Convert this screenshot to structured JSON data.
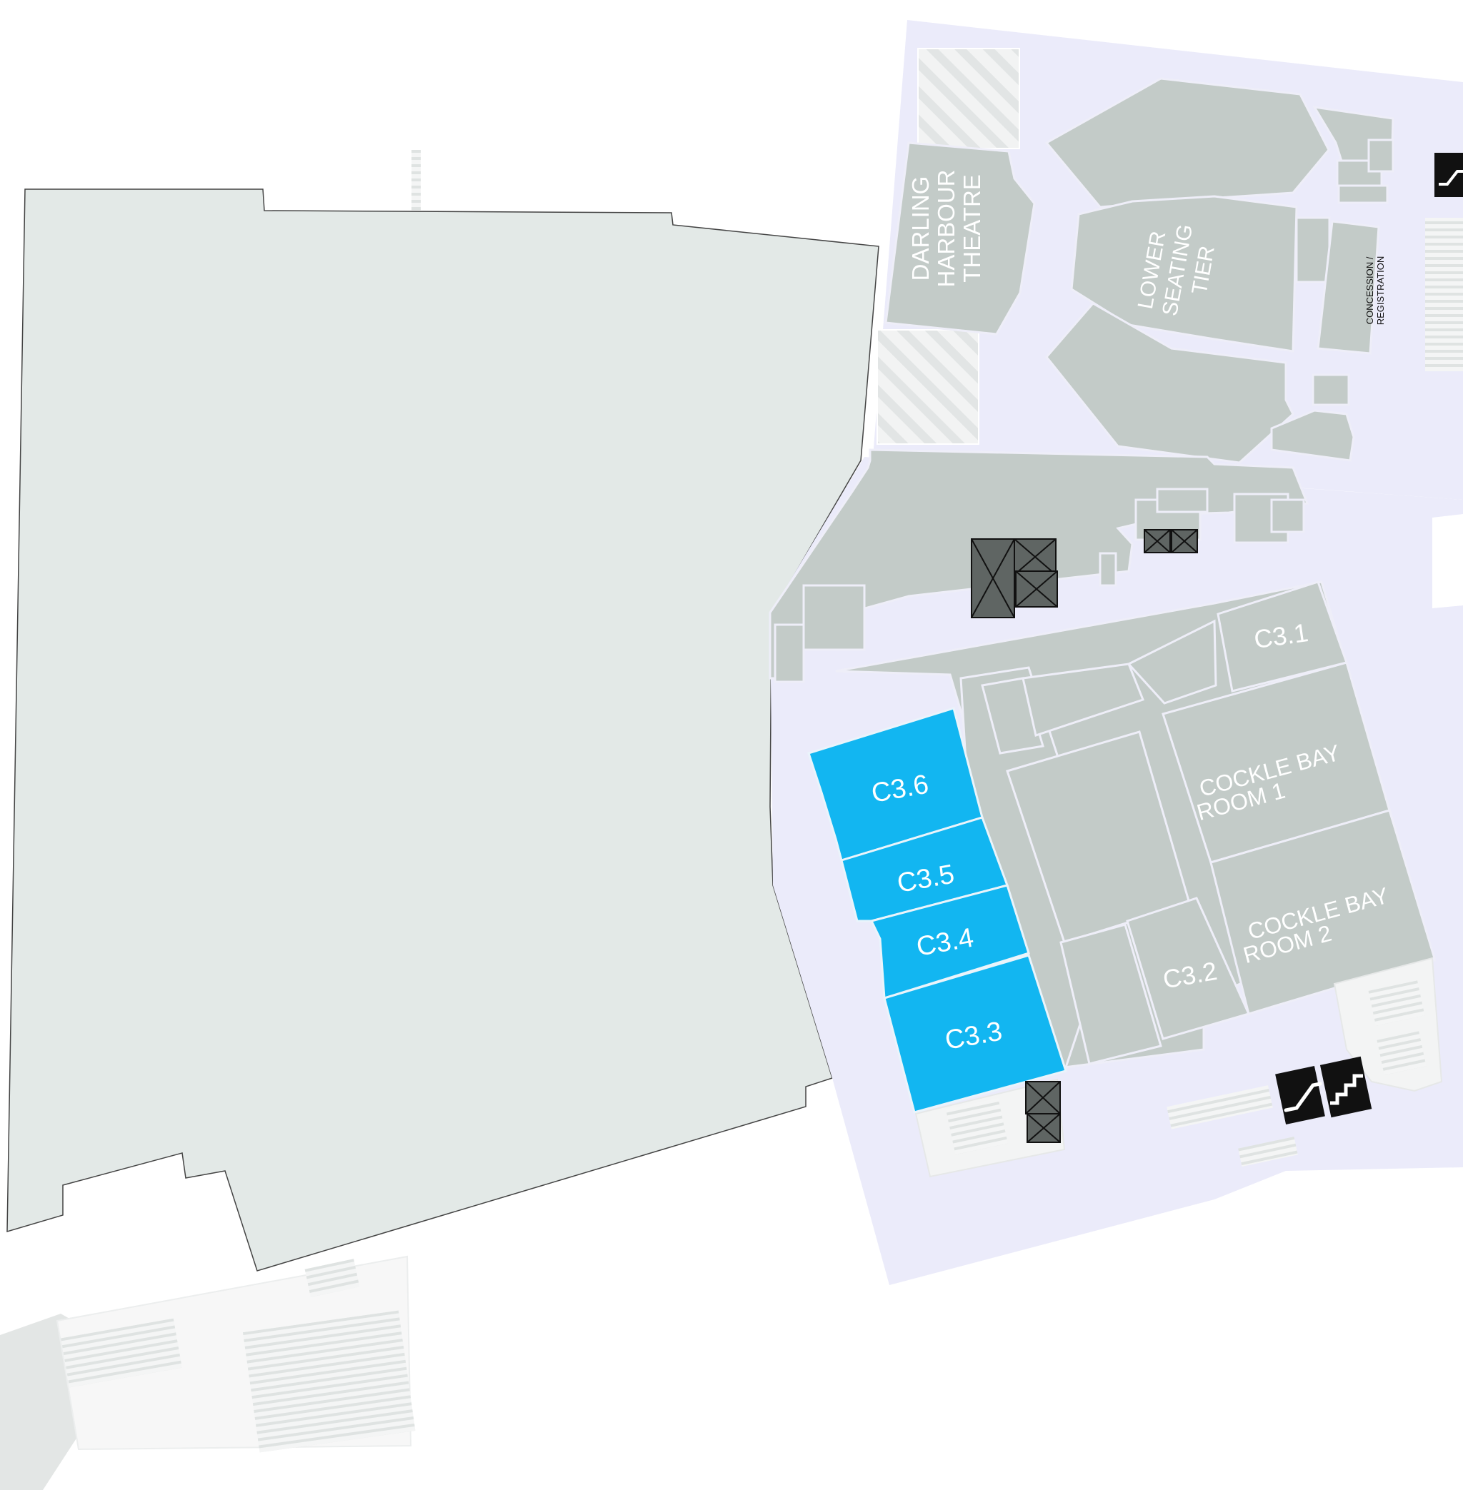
{
  "map": {
    "theatre_name": [
      "DARLING",
      "HARBOUR",
      "THEATRE"
    ],
    "lower_seating": [
      "LOWER",
      "SEATING",
      "TIER"
    ],
    "concession": [
      "CONCESSION /",
      "REGISTRATION"
    ],
    "rooms": {
      "c3_1": "C3.1",
      "c3_2": "C3.2",
      "c3_3": "C3.3",
      "c3_4": "C3.4",
      "c3_5": "C3.5",
      "c3_6": "C3.6"
    },
    "cockle_bay_1": [
      "COCKLE  BAY",
      "ROOM 1"
    ],
    "cockle_bay_2": [
      "COCKLE  BAY",
      "ROOM 2"
    ],
    "colors": {
      "highlight": "#12b6f1",
      "building": "#c3cbc8",
      "floor": "#ebebfa",
      "hall": "#e3e9e7",
      "lift": "#5f6563",
      "icon_bg": "#111111"
    },
    "icons": [
      "escalator-icon",
      "stairs-icon",
      "lift-icon"
    ]
  }
}
